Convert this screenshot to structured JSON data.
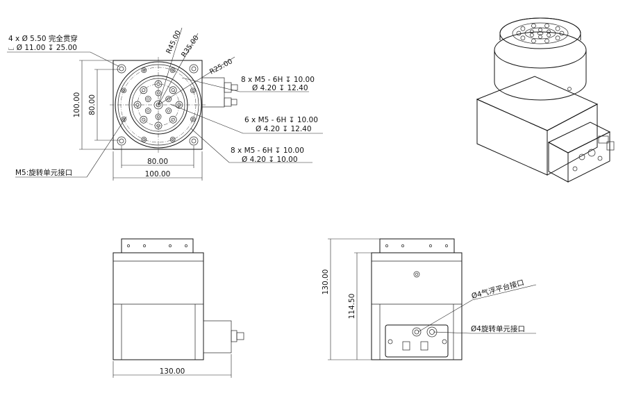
{
  "callouts": {
    "thru_hole_line1": "4 x Ø 5.50 完全贯穿",
    "thru_hole_line2": "⌴ Ø 11.00 ↧ 25.00",
    "r45": "R45.00",
    "r35": "R35.00",
    "r25": "R25.00",
    "holes_a_line1": "8 x  M5 - 6H ↧ 10.00",
    "holes_a_line2": "Ø  4.20 ↧ 12.40",
    "holes_b_line1": "6 x  M5 - 6H ↧ 10.00",
    "holes_b_line2": "Ø  4.20 ↧ 12.40",
    "holes_c_line1": "8 x  M5 - 6H ↧ 10.00",
    "holes_c_line2": "Ø  4.20 ↧ 10.00",
    "m5_interface": "M5:旋转单元接口",
    "air_port": "Ø4气浮平台接口",
    "rotary_port": "Ø4旋转单元接口"
  },
  "dimensions": {
    "top_height_outer": "100.00",
    "top_height_inner": "80.00",
    "top_width_inner": "80.00",
    "top_width_outer": "100.00",
    "front_width": "130.00",
    "side_height_total": "130.00",
    "side_height_body": "114.50"
  }
}
